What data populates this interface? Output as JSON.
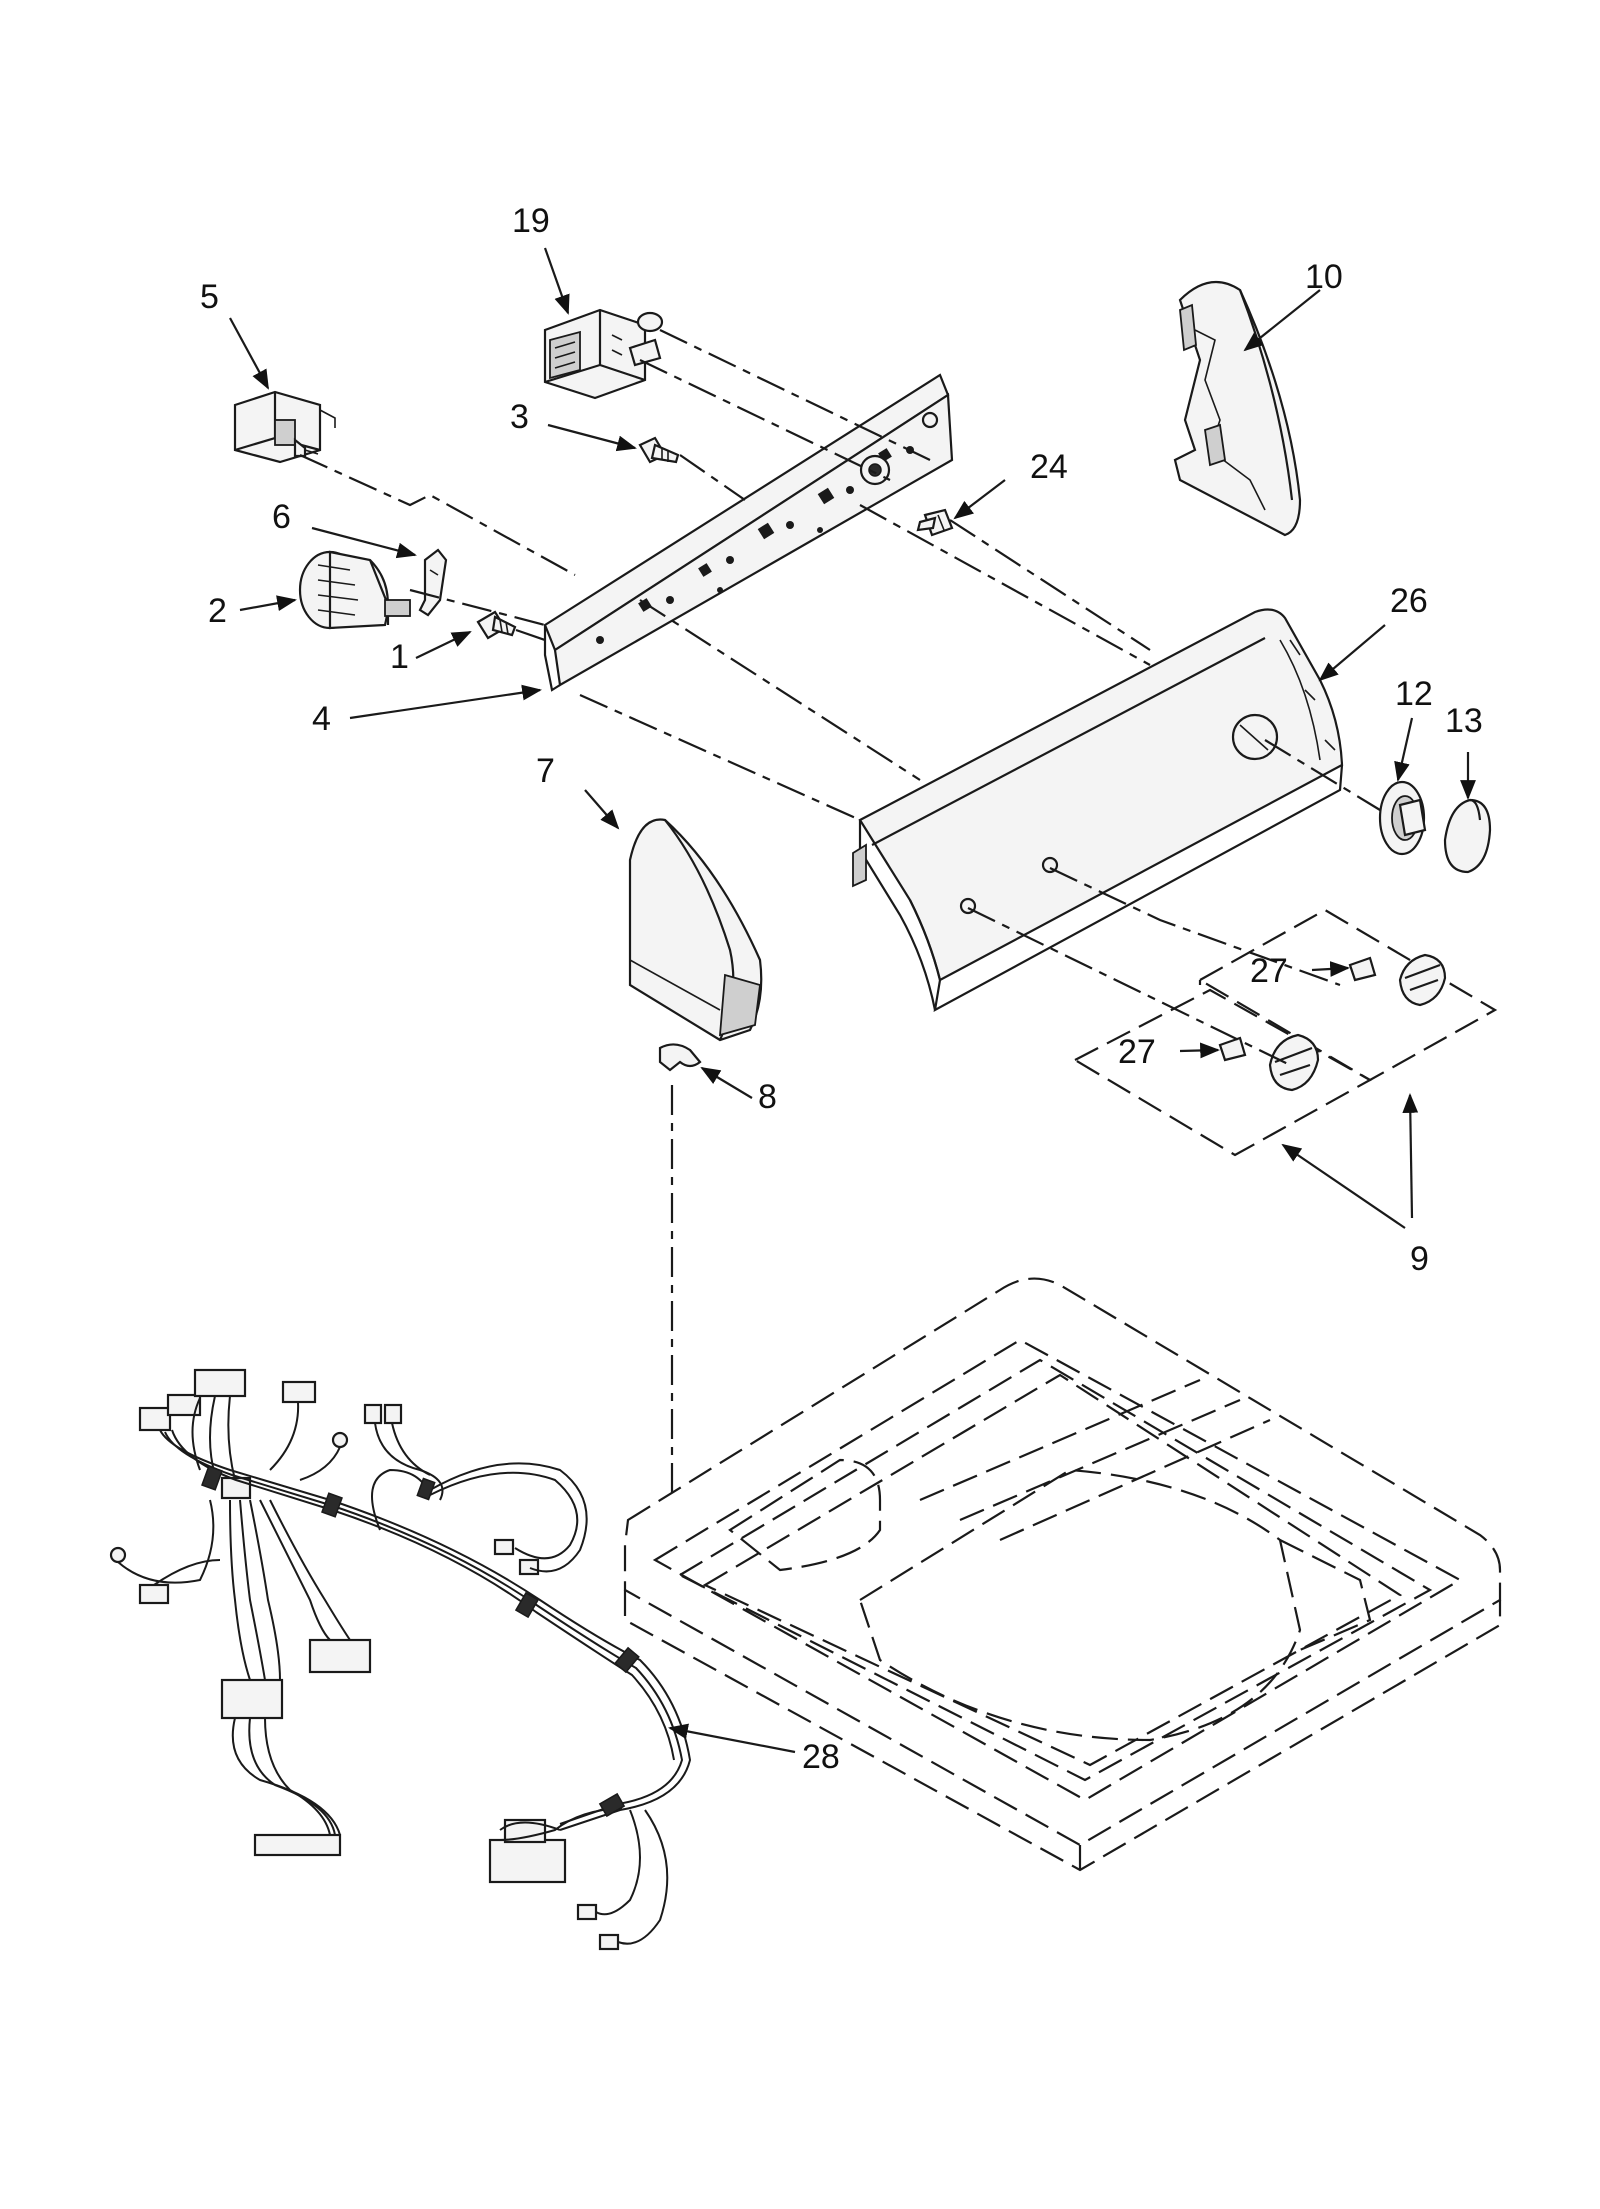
{
  "labels": {
    "l1": "1",
    "l2": "2",
    "l3": "3",
    "l4": "4",
    "l5": "5",
    "l6": "6",
    "l7": "7",
    "l8": "8",
    "l9": "9",
    "l10": "10",
    "l12": "12",
    "l13": "13",
    "l19": "19",
    "l24": "24",
    "l26": "26",
    "l27a": "27",
    "l27b": "27",
    "l28": "28"
  }
}
